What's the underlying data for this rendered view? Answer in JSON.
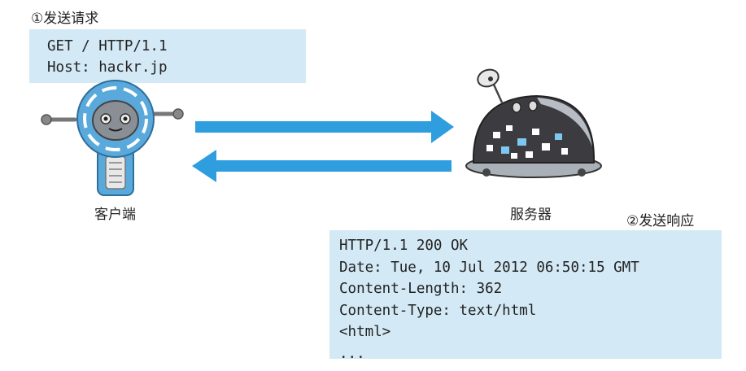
{
  "request": {
    "step_label": "①发送请求",
    "lines": [
      "GET / HTTP/1.1",
      "Host: hackr.jp"
    ]
  },
  "response": {
    "step_label": "②发送响应",
    "lines": [
      "HTTP/1.1 200 OK",
      "Date: Tue, 10 Jul 2012 06:50:15 GMT",
      "Content-Length: 362",
      "Content-Type: text/html",
      "<html>",
      "..."
    ]
  },
  "client": {
    "label": "客户端",
    "icon": "robot-client-icon"
  },
  "server": {
    "label": "服务器",
    "icon": "robot-server-icon"
  },
  "colors": {
    "box_fill": "#d3e9f5",
    "arrow": "#2e9ede",
    "robot_blue": "#5aa9dc",
    "server_dark": "#3c3c40"
  }
}
